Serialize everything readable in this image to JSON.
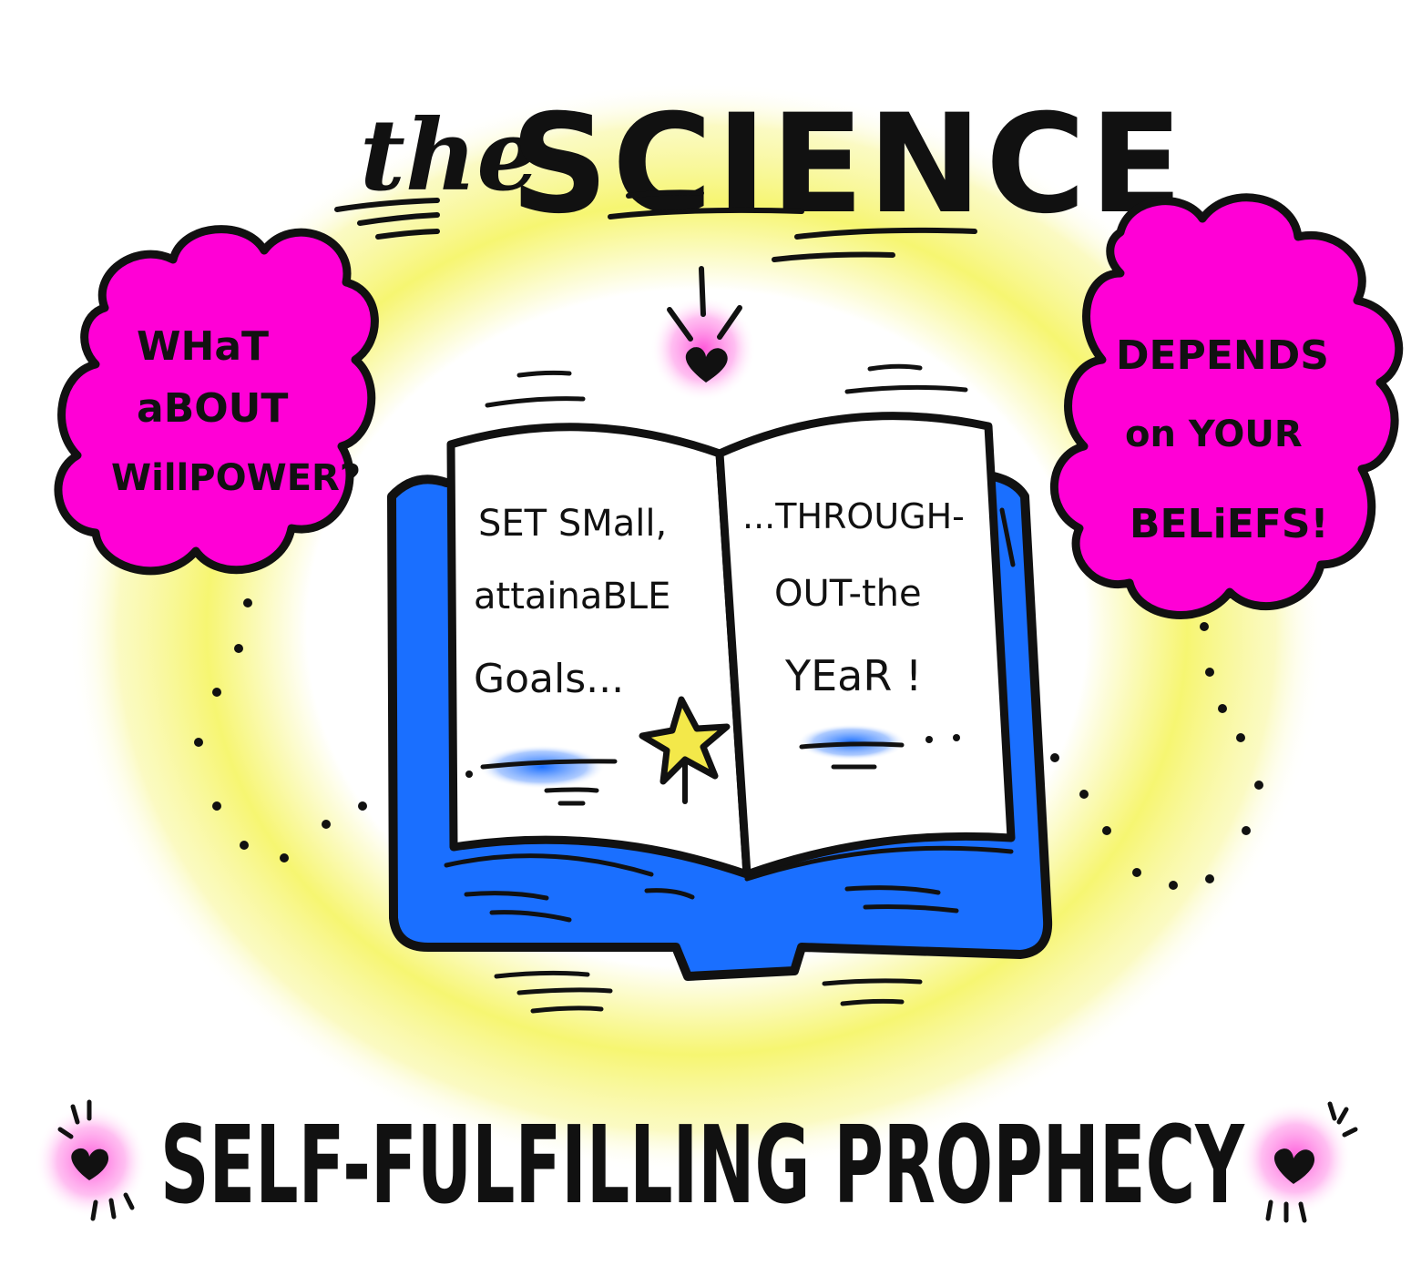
{
  "title": {
    "prefix": "the",
    "main": "SCIENCE"
  },
  "left_bubble": {
    "lines": [
      "WHaT",
      "aBOUT",
      "WillPOWER?"
    ]
  },
  "right_bubble": {
    "lines": [
      "DEPENDS",
      "on YOUR",
      "BELiEFS!"
    ]
  },
  "book": {
    "left_page": [
      "SET SMall,",
      "attainaBLE",
      "Goals..."
    ],
    "right_page": [
      "...THROUGH-",
      "OUT-the",
      "YEaR !"
    ]
  },
  "footer": {
    "text": "SELF-FULFILLING PROPHECY"
  },
  "colors": {
    "glow_yellow": "#f6f56a",
    "bubble_magenta": "#ff00d6",
    "book_blue": "#1a6fff",
    "star_yellow": "#f3e84a",
    "ink": "#111111",
    "glow_pink": "#ff4fd8"
  },
  "icons": [
    "heart-icon",
    "star-icon",
    "book-icon",
    "sparkle-lines-icon"
  ]
}
